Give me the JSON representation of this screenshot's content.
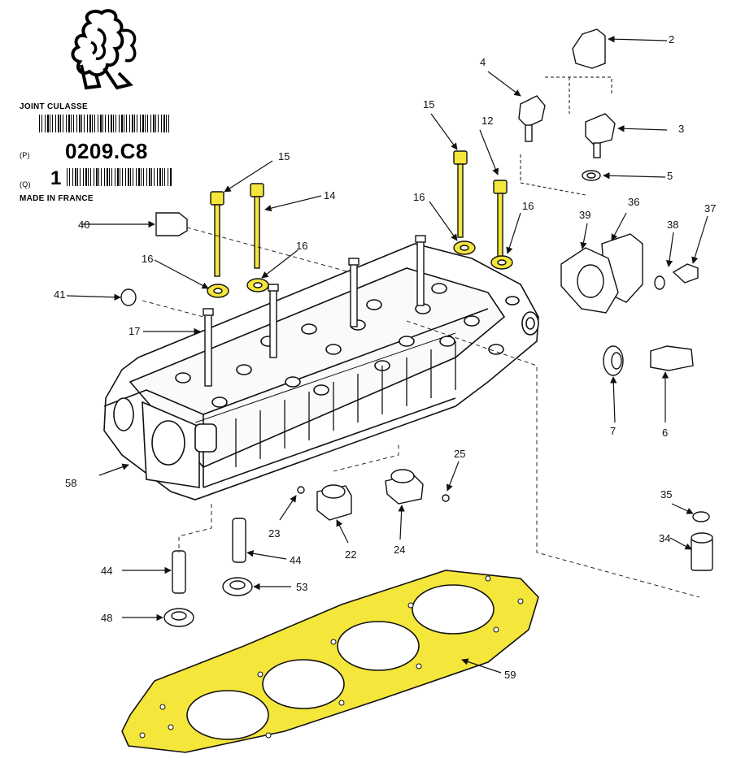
{
  "label": {
    "title": "JOINT CULASSE",
    "p_prefix": "(P)",
    "part_code": "0209.C8",
    "q_prefix": "(Q)",
    "quantity": "1",
    "origin": "MADE IN FRANCE"
  },
  "colors": {
    "highlight": "#f5e63c",
    "ink": "#111111",
    "paper": "#ffffff"
  },
  "callouts": {
    "n2": "2",
    "n3": "3",
    "n4": "4",
    "n5": "5",
    "n6": "6",
    "n7": "7",
    "n12": "12",
    "n14": "14",
    "n15a": "15",
    "n15b": "15",
    "n16a": "16",
    "n16b": "16",
    "n16c": "16",
    "n16d": "16",
    "n17": "17",
    "n22": "22",
    "n23": "23",
    "n24": "24",
    "n25": "25",
    "n34": "34",
    "n35": "35",
    "n36": "36",
    "n37": "37",
    "n38": "38",
    "n39": "39",
    "n40": "40",
    "n41": "41",
    "n44a": "44",
    "n44b": "44",
    "n48": "48",
    "n53": "53",
    "n58": "58",
    "n59": "59"
  },
  "icons": {
    "brand": "lion-logo-icon",
    "barcode": "barcode-icon"
  }
}
